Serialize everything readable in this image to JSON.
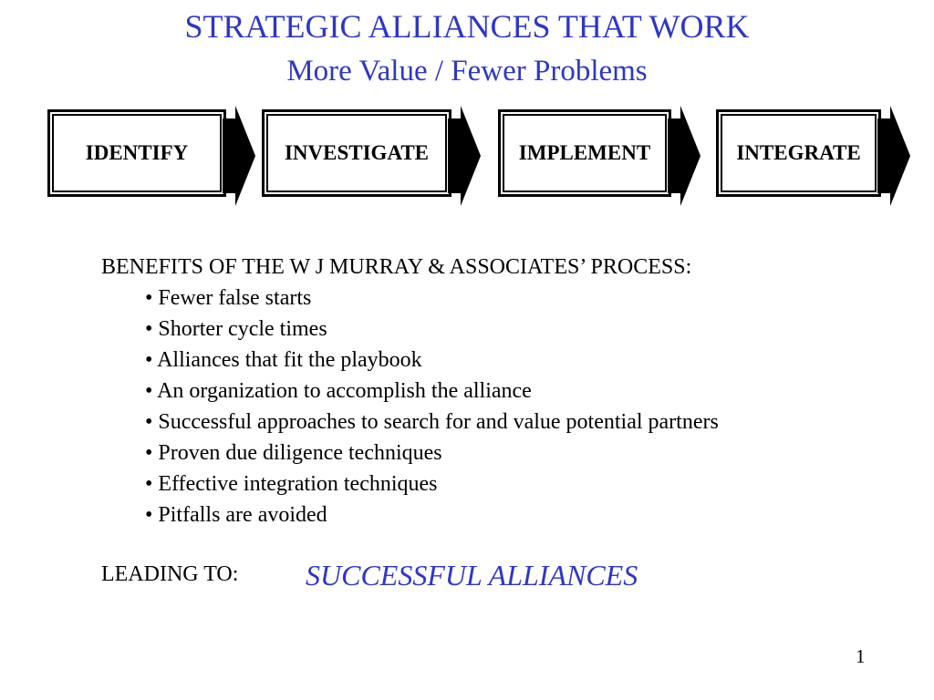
{
  "colors": {
    "accent_blue": "#2e36c8",
    "text": "#000000"
  },
  "title": "STRATEGIC ALLIANCES THAT WORK",
  "subtitle": "More Value / Fewer Problems",
  "process_steps": [
    {
      "label": "IDENTIFY"
    },
    {
      "label": "INVESTIGATE"
    },
    {
      "label": "IMPLEMENT"
    },
    {
      "label": "INTEGRATE"
    }
  ],
  "benefits": {
    "heading": "BENEFITS OF THE W J MURRAY & ASSOCIATES’ PROCESS:",
    "items": [
      "• Fewer false starts",
      "• Shorter cycle times",
      "• Alliances that fit the playbook",
      "• An organization to accomplish the alliance",
      "• Successful approaches to search for and value potential partners",
      "• Proven due diligence techniques",
      "• Effective integration techniques",
      "• Pitfalls are avoided"
    ]
  },
  "leading_label": "LEADING TO:",
  "leading_result": "SUCCESSFUL ALLIANCES",
  "page_number": "1"
}
